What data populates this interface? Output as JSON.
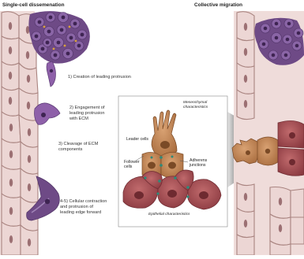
{
  "figure": {
    "left_title": "Single-cell dissemenation",
    "right_title": "Collective migration"
  },
  "steps": {
    "s1": "1) Creation of leading protrusion",
    "s2": "2) Engagement of\nleading protrusion\nwith ECM",
    "s3": "3) Cleavage of ECM\ncomponents",
    "s4": "4-5) Cellular contraction\nand protrusion of\nleading edge forward"
  },
  "inset": {
    "mesenchymal": "Mesenchymal\ncharacteristics",
    "leader": "Leader cells",
    "follower": "Follower\ncells",
    "adherens": "Adherens\njunctions",
    "epithelial": "Epithelial characteristics"
  },
  "colors": {
    "tissue": "#ecd8d6",
    "tissue_stroke": "#a98480",
    "tissue_nucleus": "#8f5f63",
    "tumor_purple": "#6e4a86",
    "leader_cell": "#c48a57",
    "follower_cell": "#a24b4f",
    "junction": "#2e8a7a"
  }
}
